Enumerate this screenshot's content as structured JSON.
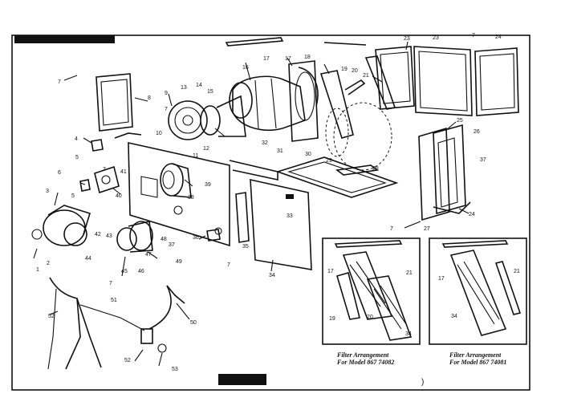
{
  "diagram": {
    "part_numbers": [
      "1",
      "2",
      "3",
      "4",
      "5",
      "6",
      "7",
      "8",
      "9",
      "10",
      "11",
      "12",
      "13",
      "14",
      "15",
      "16",
      "17",
      "18",
      "19",
      "20",
      "21",
      "23",
      "24",
      "25",
      "26",
      "27",
      "28",
      "29",
      "30",
      "31",
      "32",
      "33",
      "34",
      "35",
      "36",
      "37",
      "38",
      "39",
      "40",
      "41",
      "42",
      "43",
      "44",
      "45",
      "46",
      "47",
      "48",
      "49",
      "50",
      "51",
      "52",
      "53"
    ],
    "inset_left": {
      "labels": [
        "17",
        "21",
        "19",
        "20",
        "34"
      ],
      "caption_line1": "Filter Arrangement",
      "caption_line2": "For Model 867 74082"
    },
    "inset_right": {
      "labels": [
        "17",
        "21",
        "34"
      ],
      "caption_line1": "Filter Arrangement",
      "caption_line2": "For Model 867 74081"
    },
    "footer_mark": ")"
  }
}
